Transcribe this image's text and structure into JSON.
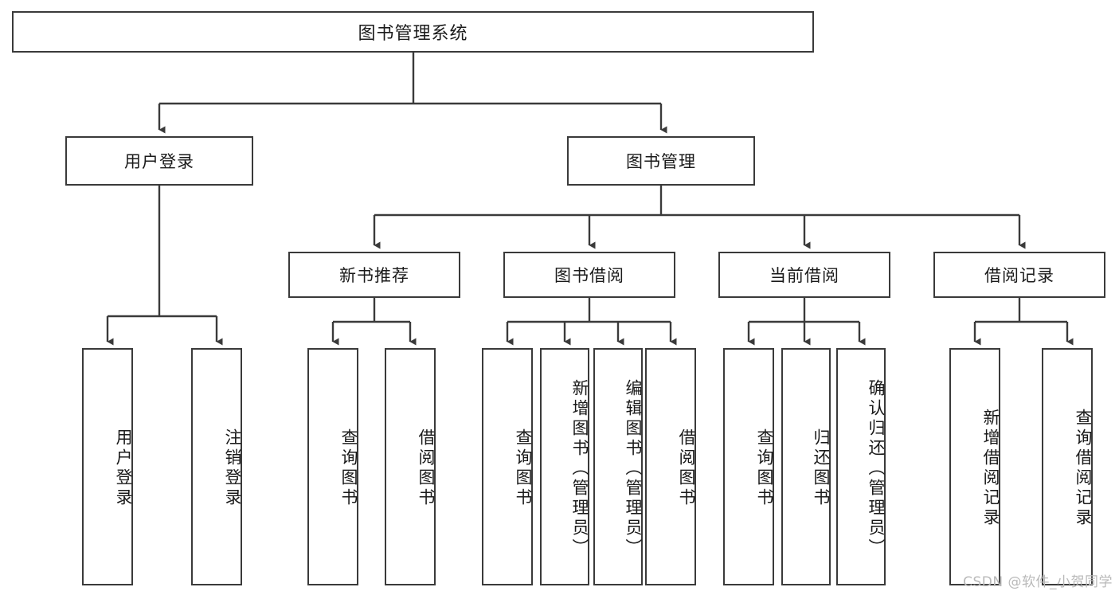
{
  "diagram": {
    "type": "tree-hierarchy",
    "title": "图书管理系统",
    "orientation": "top-down",
    "watermark": "CSDN @软件_小贺同学",
    "colors": {
      "box_border": "#3a3a3a",
      "box_fill": "#ffffff",
      "connector": "#3a3a3a",
      "text": "#1a1a1a",
      "watermark": "#b9b9b9",
      "background": "#ffffff"
    },
    "root": {
      "id": "root",
      "label": "图书管理系统"
    },
    "level2": [
      {
        "id": "user-login",
        "label": "用户登录"
      },
      {
        "id": "book-manage",
        "label": "图书管理"
      }
    ],
    "level3": [
      {
        "id": "new-book-recommend",
        "label": "新书推荐",
        "parent": "book-manage"
      },
      {
        "id": "book-borrow",
        "label": "图书借阅",
        "parent": "book-manage"
      },
      {
        "id": "current-borrow",
        "label": "当前借阅",
        "parent": "book-manage"
      },
      {
        "id": "borrow-record",
        "label": "借阅记录",
        "parent": "book-manage"
      }
    ],
    "leaves": {
      "user-login": [
        {
          "id": "leaf-user-login",
          "label": "用户登录"
        },
        {
          "id": "leaf-user-logout",
          "label": "注销登录"
        }
      ],
      "new-book-recommend": [
        {
          "id": "leaf-query-book-1",
          "label": "查询图书"
        },
        {
          "id": "leaf-borrow-book-1",
          "label": "借阅图书"
        }
      ],
      "book-borrow": [
        {
          "id": "leaf-query-book-2",
          "label": "查询图书"
        },
        {
          "id": "leaf-add-book",
          "label": "新增图书（管理员）"
        },
        {
          "id": "leaf-edit-book",
          "label": "编辑图书（管理员）"
        },
        {
          "id": "leaf-borrow-book-2",
          "label": "借阅图书"
        }
      ],
      "current-borrow": [
        {
          "id": "leaf-query-book-3",
          "label": "查询图书"
        },
        {
          "id": "leaf-return-book",
          "label": "归还图书"
        },
        {
          "id": "leaf-confirm-return",
          "label": "确认归还（管理员）"
        }
      ],
      "borrow-record": [
        {
          "id": "leaf-add-record",
          "label": "新增借阅记录"
        },
        {
          "id": "leaf-query-record",
          "label": "查询借阅记录"
        }
      ]
    }
  }
}
